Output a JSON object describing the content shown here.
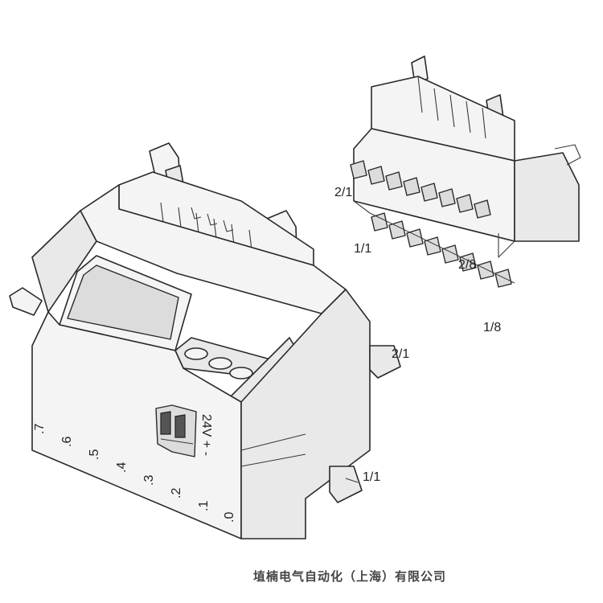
{
  "labels": {
    "right_top_2_1": "2/1",
    "right_top_1_1": "1/1",
    "right_top_2_8": "2/8",
    "right_top_1_8": "1/8",
    "left_side_2_1": "2/1",
    "left_side_1_1": "1/1",
    "power": "24V + -",
    "channels": [
      ".0",
      ".1",
      ".2",
      ".3",
      ".4",
      ".5",
      ".6",
      ".7"
    ]
  },
  "footer": {
    "company": "埴楠电气自动化（上海）有限公司"
  }
}
